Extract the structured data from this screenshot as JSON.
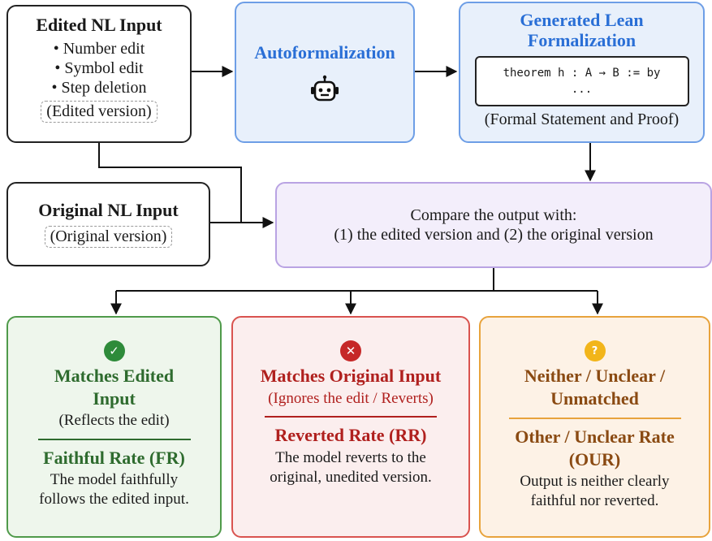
{
  "edited_input": {
    "title": "Edited NL Input",
    "bullets": [
      "• Number edit",
      "• Symbol edit",
      "• Step deletion"
    ],
    "tag": "(Edited version)"
  },
  "autoformalization": {
    "title": "Autoformalization",
    "icon": "robot-icon"
  },
  "generated": {
    "title_line1": "Generated Lean",
    "title_line2": "Formalization",
    "code_line1": "theorem h : A → B := by",
    "code_line2": "...",
    "caption": "(Formal Statement and Proof)"
  },
  "original_input": {
    "title": "Original NL Input",
    "tag": "(Original version)"
  },
  "compare": {
    "line1": "Compare the output with:",
    "line2": "(1) the edited version and (2) the original version"
  },
  "outcomes": {
    "faithful": {
      "icon": "check-icon",
      "title_line1": "Matches Edited",
      "title_line2": "Input",
      "subtitle": "(Reflects the edit)",
      "metric": "Faithful Rate (FR)",
      "desc_line1": "The model faithfully",
      "desc_line2": "follows the edited input.",
      "color": "#2e6b2e",
      "bg": "#eef6ec",
      "border": "#4f9a4a"
    },
    "reverted": {
      "icon": "cross-icon",
      "title": "Matches Original Input",
      "subtitle": "(Ignores the edit / Reverts)",
      "metric": "Reverted Rate (RR)",
      "desc_line1": "The model reverts to the",
      "desc_line2": "original, unedited version.",
      "color": "#b0201e",
      "bg": "#fbeeee",
      "border": "#d9534f"
    },
    "other": {
      "icon": "question-icon",
      "title_line1": "Neither / Unclear /",
      "title_line2": "Unmatched",
      "metric_line1": "Other / Unclear Rate",
      "metric_line2": "(OUR)",
      "desc_line1": "Output is neither clearly",
      "desc_line2": "faithful nor reverted.",
      "color": "#8a4a12",
      "bg": "#fdf2e6",
      "border": "#e8a33c"
    }
  },
  "colors": {
    "blue_title": "#2a6fd6",
    "blue_bg": "#e8f0fb",
    "blue_border": "#6d9ee6",
    "purple_bg": "#f3eefb",
    "purple_border": "#b9a3e3"
  }
}
